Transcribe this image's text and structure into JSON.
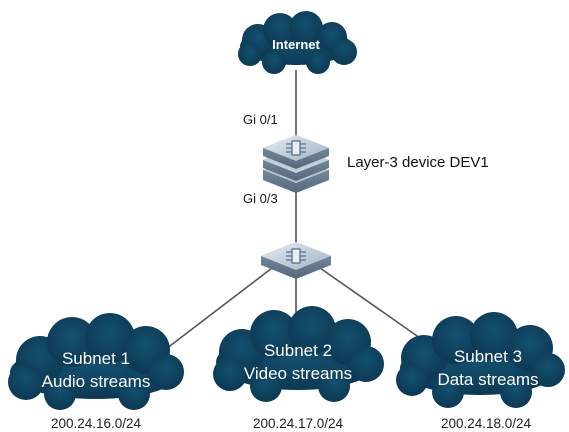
{
  "internet": {
    "label": "Internet"
  },
  "core_device": {
    "label": "Layer-3 device DEV1",
    "upstream_port": "Gi 0/1",
    "downstream_port": "Gi 0/3"
  },
  "subnets": [
    {
      "name": "Subnet 1",
      "traffic": "Audio streams",
      "address": "200.24.16.0/24"
    },
    {
      "name": "Subnet 2",
      "traffic": "Video streams",
      "address": "200.24.17.0/24"
    },
    {
      "name": "Subnet 3",
      "traffic": "Data streams",
      "address": "200.24.18.0/24"
    }
  ],
  "colors": {
    "cloud": "#0d3e5c",
    "device_top": "#c4d2de",
    "device_side": "#6f8499",
    "link": "#555555"
  }
}
